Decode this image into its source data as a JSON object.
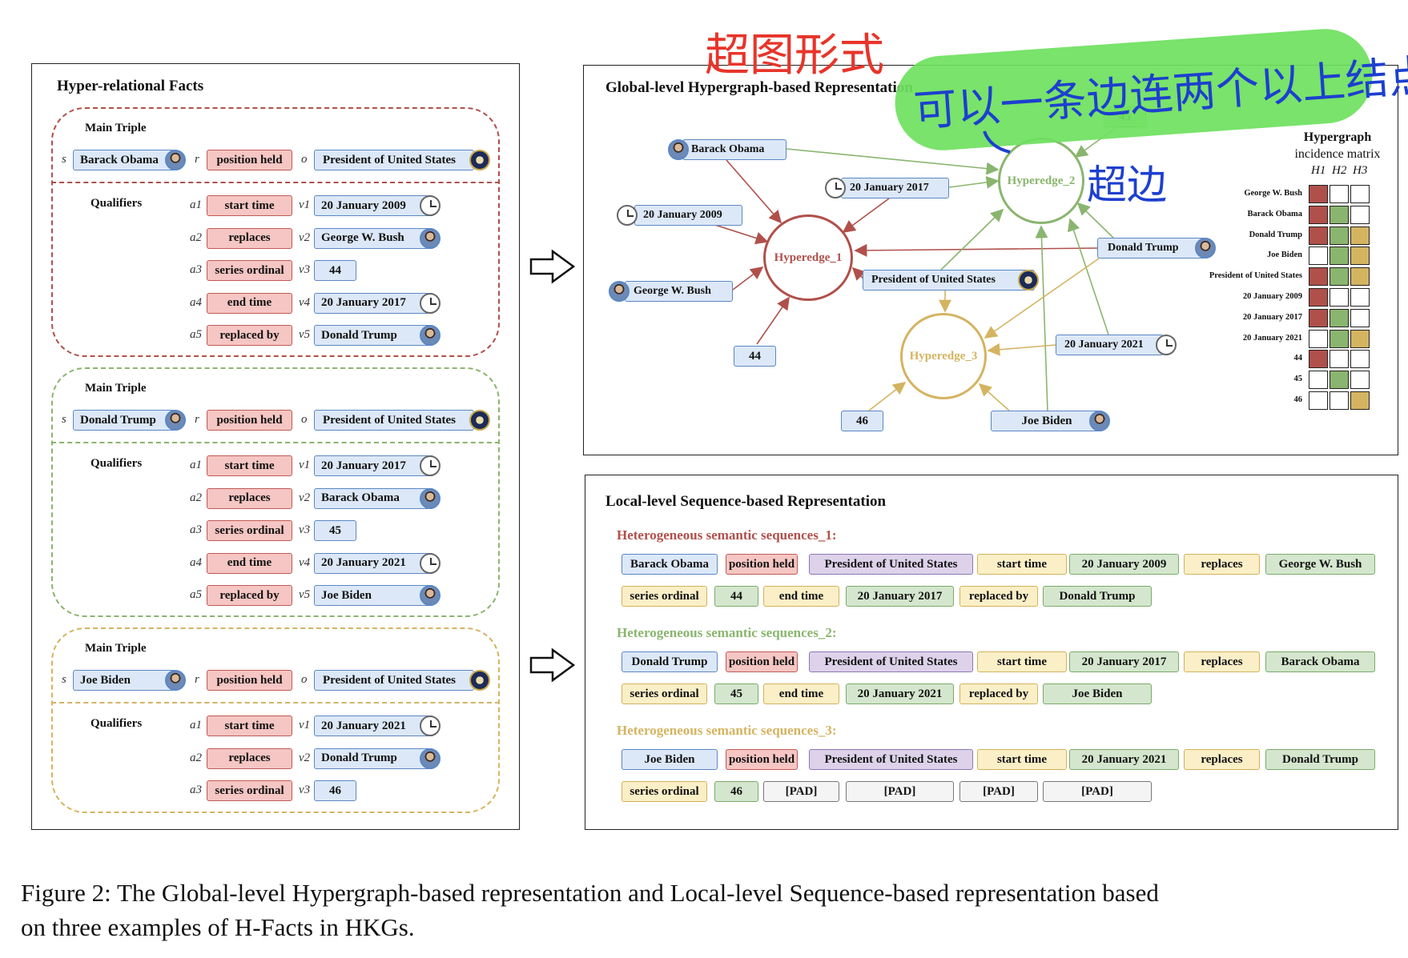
{
  "left_panel": {
    "title": "Hyper-relational Facts",
    "main_triple_label": "Main Triple",
    "qualifiers_label": "Qualifiers",
    "vars": {
      "s": "s",
      "r": "r",
      "o": "o"
    },
    "qualifier_vars": [
      {
        "a": "a1",
        "v": "v1"
      },
      {
        "a": "a2",
        "v": "v2"
      },
      {
        "a": "a3",
        "v": "v3"
      },
      {
        "a": "a4",
        "v": "v4"
      },
      {
        "a": "a5",
        "v": "v5"
      }
    ],
    "facts": [
      {
        "subject": "Barack Obama",
        "relation": "position held",
        "object": "President of United States",
        "qualifiers": [
          {
            "key": "start time",
            "value": "20 January 2009"
          },
          {
            "key": "replaces",
            "value": "George W. Bush"
          },
          {
            "key": "series ordinal",
            "value": "44"
          },
          {
            "key": "end time",
            "value": "20 January 2017"
          },
          {
            "key": "replaced by",
            "value": "Donald Trump"
          }
        ]
      },
      {
        "subject": "Donald Trump",
        "relation": "position held",
        "object": "President of United States",
        "qualifiers": [
          {
            "key": "start time",
            "value": "20 January 2017"
          },
          {
            "key": "replaces",
            "value": "Barack Obama"
          },
          {
            "key": "series ordinal",
            "value": "45"
          },
          {
            "key": "end time",
            "value": "20 January 2021"
          },
          {
            "key": "replaced by",
            "value": "Joe Biden"
          }
        ]
      },
      {
        "subject": "Joe Biden",
        "relation": "position held",
        "object": "President of United States",
        "qualifiers": [
          {
            "key": "start time",
            "value": "20 January 2021"
          },
          {
            "key": "replaces",
            "value": "Donald Trump"
          },
          {
            "key": "series ordinal",
            "value": "46"
          }
        ]
      }
    ]
  },
  "global_panel": {
    "title": "Global-level Hypergraph-based Representation",
    "hyperedges": [
      "Hyperedge_1",
      "Hyperedge_2",
      "Hyperedge_3"
    ],
    "nodes": {
      "barack_obama": "Barack Obama",
      "jan2009": "20 January 2009",
      "bush": "George W. Bush",
      "n44": "44",
      "jan2017": "20 January 2017",
      "n45": "45",
      "trump": "Donald Trump",
      "potus": "President of United States",
      "jan2021": "20 January 2021",
      "n46": "46",
      "biden": "Joe Biden"
    },
    "matrix": {
      "title_line1": "Hypergraph",
      "title_line2": "incidence matrix",
      "columns": [
        "H1",
        "H2",
        "H3"
      ],
      "rows": [
        {
          "label": "George W. Bush",
          "cells": [
            1,
            0,
            0
          ]
        },
        {
          "label": "Barack Obama",
          "cells": [
            1,
            1,
            0
          ]
        },
        {
          "label": "Donald Trump",
          "cells": [
            1,
            1,
            1
          ]
        },
        {
          "label": "Joe Biden",
          "cells": [
            0,
            1,
            1
          ]
        },
        {
          "label": "President of United States",
          "cells": [
            1,
            1,
            1
          ]
        },
        {
          "label": "20 January 2009",
          "cells": [
            1,
            0,
            0
          ]
        },
        {
          "label": "20 January 2017",
          "cells": [
            1,
            1,
            0
          ]
        },
        {
          "label": "20 January 2021",
          "cells": [
            0,
            1,
            1
          ]
        },
        {
          "label": "44",
          "cells": [
            1,
            0,
            0
          ]
        },
        {
          "label": "45",
          "cells": [
            0,
            1,
            0
          ]
        },
        {
          "label": "46",
          "cells": [
            0,
            0,
            1
          ]
        }
      ],
      "colors": [
        "#b0504b",
        "#8ab56e",
        "#d4b461"
      ]
    }
  },
  "local_panel": {
    "title": "Local-level Sequence-based Representation",
    "sequences": [
      {
        "title": "Heterogeneous semantic sequences_1:",
        "row1": [
          "Barack Obama",
          "position held",
          "President of United States",
          "start time",
          "20 January 2009",
          "replaces",
          "George W. Bush"
        ],
        "row2": [
          "series ordinal",
          "44",
          "end time",
          "20 January 2017",
          "replaced by",
          "Donald Trump"
        ]
      },
      {
        "title": "Heterogeneous semantic sequences_2:",
        "row1": [
          "Donald Trump",
          "position held",
          "President of United States",
          "start time",
          "20 January 2017",
          "replaces",
          "Barack Obama"
        ],
        "row2": [
          "series ordinal",
          "45",
          "end time",
          "20 January 2021",
          "replaced by",
          "Joe Biden"
        ]
      },
      {
        "title": "Heterogeneous semantic sequences_3:",
        "row1": [
          "Joe Biden",
          "position held",
          "President of United States",
          "start time",
          "20 January 2021",
          "replaces",
          "Donald Trump"
        ],
        "row2": [
          "series ordinal",
          "46",
          "[PAD]",
          "[PAD]",
          "[PAD]",
          "[PAD]"
        ]
      }
    ]
  },
  "annotations": {
    "top": "超图形式",
    "banner": "可以一条边连两个以上结点",
    "side": "超边"
  },
  "caption": {
    "line1": "Figure 2: The Global-level Hypergraph-based representation and Local-level Sequence-based representation based",
    "line2": "on three examples of H-Facts in HKGs."
  },
  "colors": {
    "red": "#b0504b",
    "green": "#8ab56e",
    "yellow": "#d4b461",
    "blue_edge": "#5b87c4"
  }
}
